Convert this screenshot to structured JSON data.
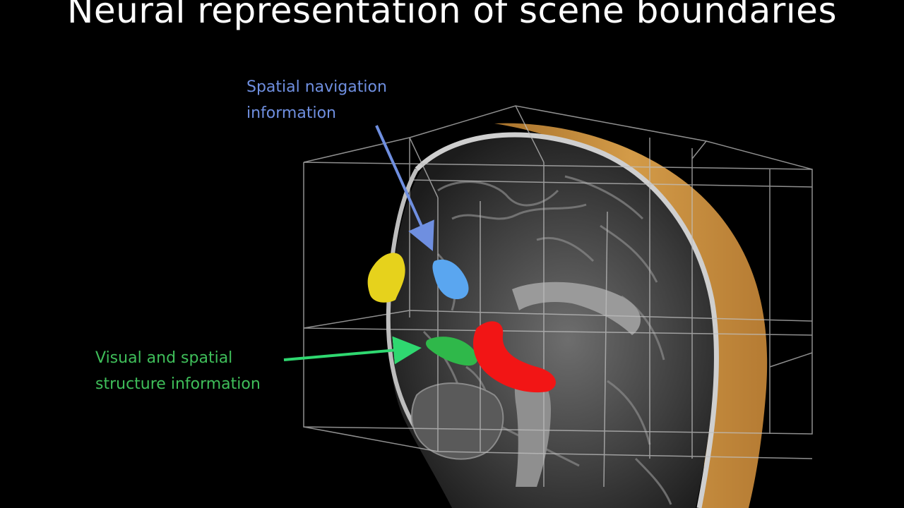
{
  "slide": {
    "title": "Neural representation of scene boundaries"
  },
  "annotations": {
    "spatial_navigation": {
      "lines": [
        "Spatial navigation",
        "information"
      ],
      "color": "#6f8fe0"
    },
    "visual_spatial": {
      "lines": [
        "Visual and spatial",
        "structure information"
      ],
      "color": "#3fbf5a"
    }
  },
  "regions": {
    "yellow": "#e6d21c",
    "blue": "#5aa6f0",
    "green": "#2fb84a",
    "red": "#f21515"
  },
  "skin_color": "#c98e3c",
  "grid_color": "#bfbfbf"
}
